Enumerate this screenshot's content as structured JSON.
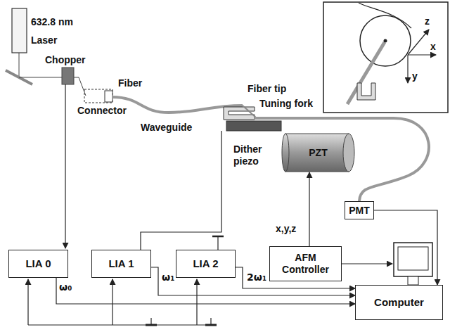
{
  "diagram": {
    "nodes": [
      {
        "text": [
          "PZT"
        ]
      },
      {
        "text": [
          "PMT"
        ]
      },
      {
        "text": [
          "AFM Controller"
        ]
      },
      {
        "text": [
          "LIA 0"
        ]
      },
      {
        "text": [
          "LIA 1"
        ]
      },
      {
        "text": [
          "LIA 2"
        ]
      },
      {
        "text": [
          "Computer"
        ]
      }
    ],
    "edges": [
      {
        "from": 3,
        "to": 6,
        "arrow": "to"
      },
      {
        "from": 4,
        "to": 6,
        "arrow": "to"
      },
      {
        "from": 5,
        "to": 6,
        "arrow": "to"
      },
      {
        "from": 2,
        "to": 0,
        "label": "x,y,z",
        "arrow": "to"
      },
      {
        "from": 1,
        "to": 6,
        "arrow": "to"
      }
    ],
    "labels": [
      "632.8 nm Laser",
      "Chopper",
      "Connector",
      "Fiber",
      "Waveguide",
      "Fiber tip",
      "Tuning fork",
      "Dither piezo",
      "ω₀",
      "ω₁",
      "2ω₁",
      "z",
      "x",
      "y"
    ]
  }
}
